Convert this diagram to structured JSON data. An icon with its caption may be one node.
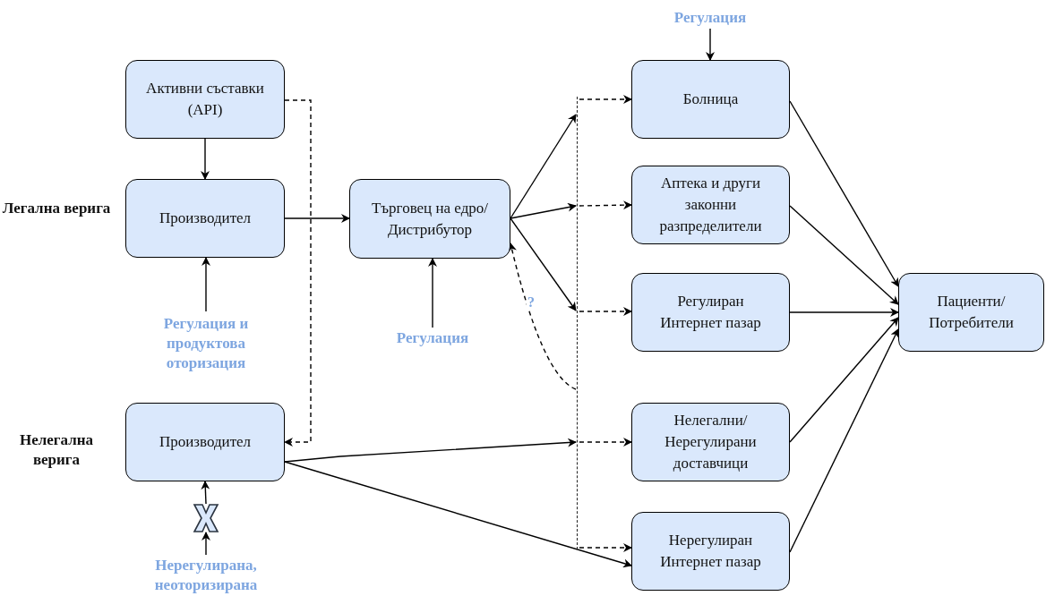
{
  "diagram": {
    "nodes": [
      {
        "text": [
          "Регулация"
        ]
      },
      {
        "text": [
          "Активни съставки (API)"
        ]
      },
      {
        "text": [
          "Производител"
        ]
      },
      {
        "text": [
          "Търговец на едро/ Дистрибутор"
        ]
      },
      {
        "text": [
          "Болница"
        ]
      },
      {
        "text": [
          "Аптека и други законни разпределители"
        ]
      },
      {
        "text": [
          "Регулиран Интернет пазар"
        ]
      },
      {
        "text": [
          "Пациенти/ Потребители"
        ]
      },
      {
        "text": [
          "Регулация и продуктова оторизация"
        ]
      },
      {
        "text": [
          "Регулация"
        ]
      },
      {
        "text": [
          "Производител"
        ]
      },
      {
        "text": [
          "Нелегални/ Нерегулирани доставчици"
        ]
      },
      {
        "text": [
          "Нерегулиран Интернет пазар"
        ]
      },
      {
        "text": [],
        "shape": "cross"
      },
      {
        "text": [
          "Нерегулирана, неоторизирана"
        ]
      },
      {
        "text": [],
        "shape": "bar"
      }
    ],
    "edges": [
      {
        "from": 0,
        "to": 4,
        "arrow": "to"
      },
      {
        "from": 1,
        "to": 2,
        "arrow": "to"
      },
      {
        "from": 2,
        "to": 3,
        "arrow": "to"
      },
      {
        "from": 1,
        "to": 10,
        "arrow": "to",
        "style": "dashed"
      },
      {
        "from": 3,
        "to": 15,
        "arrow": "to"
      },
      {
        "from": 3,
        "to": 15,
        "arrow": "to"
      },
      {
        "from": 3,
        "to": 15,
        "arrow": "to"
      },
      {
        "from": 8,
        "to": 2,
        "arrow": "to"
      },
      {
        "from": 9,
        "to": 3,
        "arrow": "to"
      },
      {
        "from": 15,
        "to": 4,
        "arrow": "to",
        "style": "dashed"
      },
      {
        "from": 15,
        "to": 5,
        "arrow": "to",
        "style": "dashed"
      },
      {
        "from": 15,
        "to": 6,
        "arrow": "to",
        "style": "dashed"
      },
      {
        "from": 15,
        "to": 3,
        "arrow": "to",
        "style": "dashed",
        "label": "?"
      },
      {
        "from": 10,
        "to": 15,
        "arrow": "to"
      },
      {
        "from": 15,
        "to": 11,
        "arrow": "to",
        "style": "dashed"
      },
      {
        "from": 15,
        "to": 12,
        "arrow": "to",
        "style": "dashed"
      },
      {
        "from": 10,
        "to": 12,
        "arrow": "to"
      },
      {
        "from": 4,
        "to": 7,
        "arrow": "to"
      },
      {
        "from": 5,
        "to": 7,
        "arrow": "to"
      },
      {
        "from": 6,
        "to": 7,
        "arrow": "to"
      },
      {
        "from": 11,
        "to": 7,
        "arrow": "to"
      },
      {
        "from": 12,
        "to": 7,
        "arrow": "to"
      },
      {
        "from": 14,
        "to": 13,
        "arrow": "to"
      },
      {
        "from": 13,
        "to": 10,
        "arrow": "to"
      }
    ],
    "labels": [
      "Легална верига",
      "Нелегална верига"
    ]
  }
}
